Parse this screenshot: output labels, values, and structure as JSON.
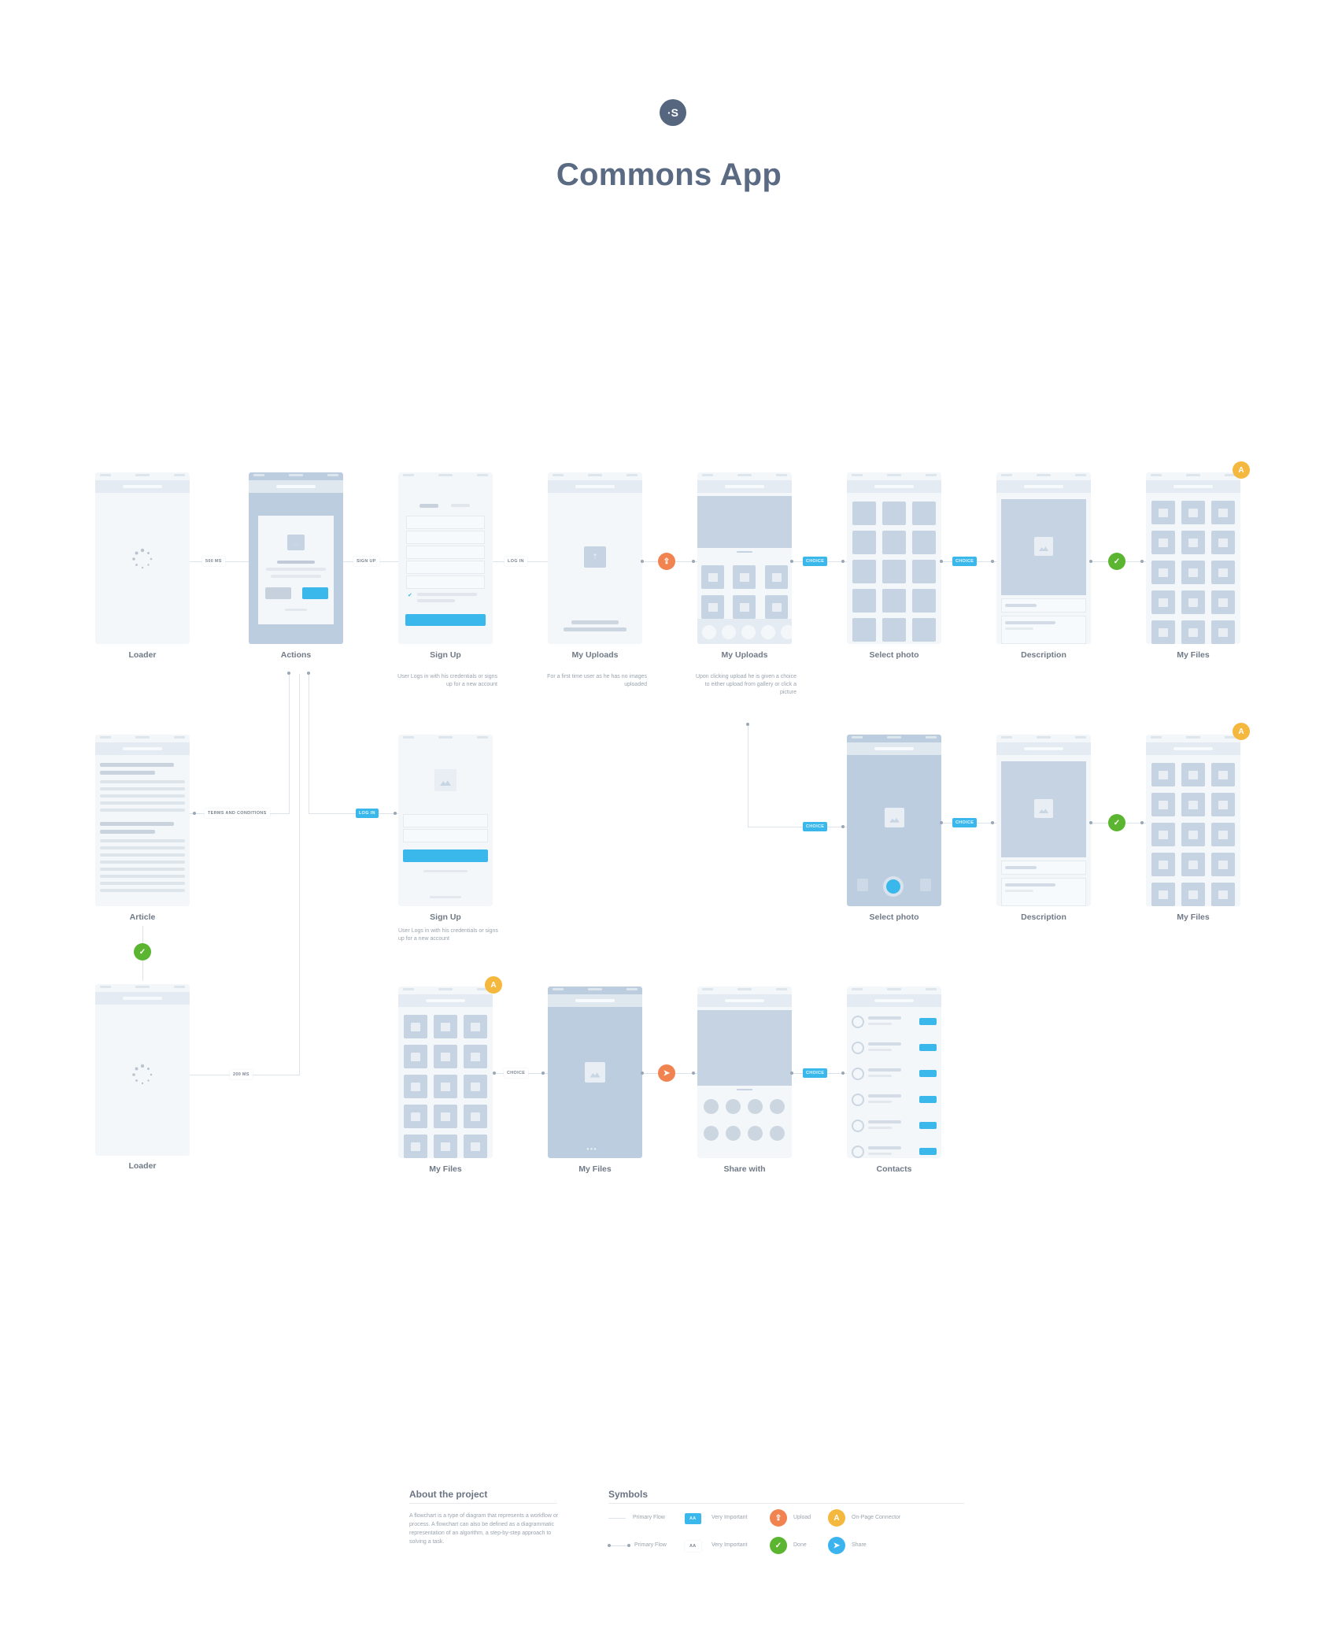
{
  "header": {
    "logo_glyph": "·S",
    "title": "Commons App"
  },
  "colors": {
    "accent_blue": "#3ab8ec",
    "upload_orange": "#f0834f",
    "done_green": "#5cb531",
    "connector_yellow": "#f4b83e",
    "share_blue": "#3ab3ee",
    "title": "#5a6a82"
  },
  "screens": {
    "loader_1": {
      "label": "Loader"
    },
    "actions": {
      "label": "Actions"
    },
    "signup_1": {
      "label": "Sign Up",
      "desc": "User Logs in with his credentials or signs up for a new account"
    },
    "my_uploads_1": {
      "label": "My Uploads",
      "desc": "For a first time user as he has no images uploaded"
    },
    "my_uploads_2": {
      "label": "My Uploads",
      "desc": "Upon clicking upload he is given a choice to either upload from gallery or click a picture"
    },
    "select_photo_1": {
      "label": "Select photo"
    },
    "description_1": {
      "label": "Description"
    },
    "my_files_1": {
      "label": "My Files"
    },
    "article": {
      "label": "Article"
    },
    "signup_2": {
      "label": "Sign Up",
      "desc": "User Logs in with his credentials or signs up for a new account"
    },
    "select_photo_2": {
      "label": "Select photo"
    },
    "description_2": {
      "label": "Description"
    },
    "my_files_2": {
      "label": "My Files"
    },
    "loader_2": {
      "label": "Loader"
    },
    "my_files_3": {
      "label": "My Files"
    },
    "my_files_4": {
      "label": "My Files"
    },
    "share_with": {
      "label": "Share with"
    },
    "contacts": {
      "label": "Contacts"
    }
  },
  "connectors": {
    "t_500ms": "500 MS",
    "t_signup": "SIGN UP",
    "t_login": "LOG IN",
    "t_choice": "CHOICE",
    "t_terms": "TERMS AND CONDITIONS",
    "t_login_2": "LOG IN",
    "t_200ms": "200 MS",
    "badge_connector": "A",
    "badge_done": "✓",
    "badge_upload": "⇪",
    "badge_share": "➤"
  },
  "legend": {
    "about_title": "About the project",
    "about_text": "A flowchart is a type of diagram that represents a workflow or process. A flowchart can also be defined as a diagrammatic representation of an algorithm, a step-by-step approach to solving a task.",
    "symbols_title": "Symbols",
    "items": [
      {
        "label": "Primary Flow"
      },
      {
        "label": "Very Important",
        "tag": "AA"
      },
      {
        "label": "Upload"
      },
      {
        "label": "On-Page Connector",
        "glyph": "A"
      },
      {
        "label": "Primary Flow"
      },
      {
        "label": "Very Important",
        "tag": "AA"
      },
      {
        "label": "Done"
      },
      {
        "label": "Share"
      }
    ]
  }
}
